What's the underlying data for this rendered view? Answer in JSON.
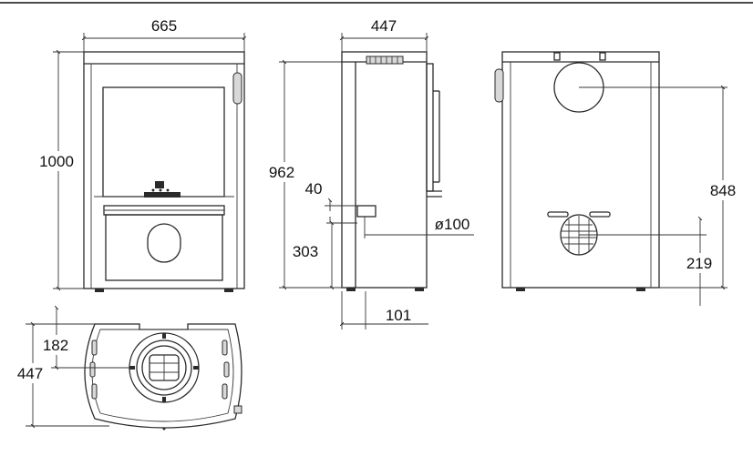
{
  "dimensions": {
    "front_width": "665",
    "front_height": "1000",
    "side_depth": "447",
    "side_height": "962",
    "side_offset": "40",
    "side_outlet_height": "303",
    "side_outlet_diameter": "ø100",
    "side_outlet_depth": "101",
    "back_outlet_height": "848",
    "back_inlet_height": "219",
    "top_offset": "182",
    "top_depth": "447"
  }
}
